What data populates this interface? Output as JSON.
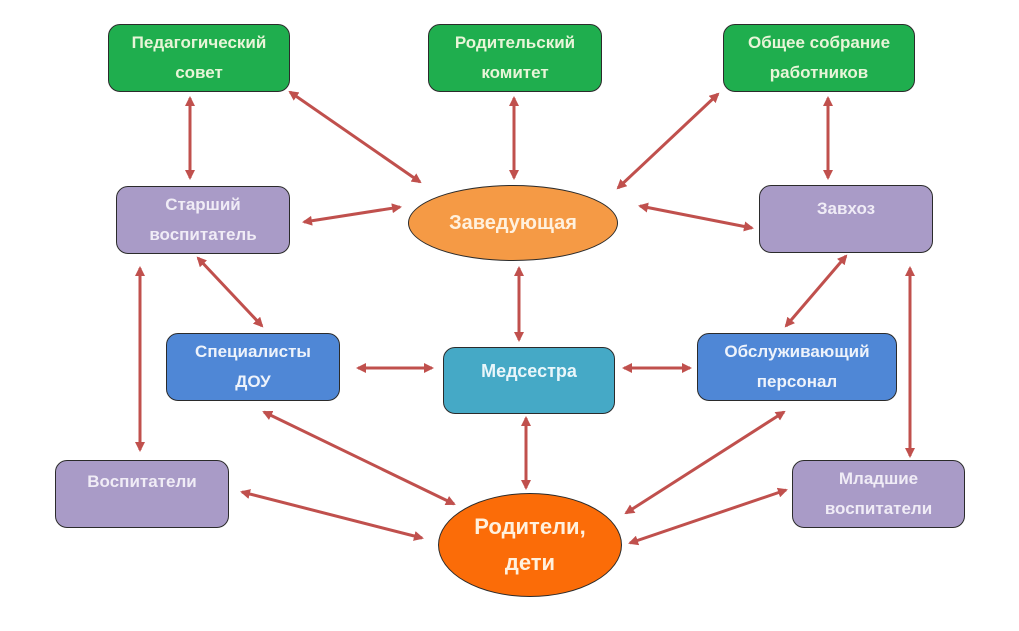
{
  "diagram": {
    "nodes": {
      "ped_sovet": "Педагогический\nсовет",
      "rod_komitet": "Родительский\nкомитет",
      "obshee_sobranie": "Общее собрание\nработников",
      "starshiy_vosp": "Старший\nвоспитатель",
      "zaveduyushaya": "Заведующая",
      "zavhoz": "Завхоз",
      "specialisty": "Специалисты\nДОУ",
      "medsestra": "Медсестра",
      "obsluzh": "Обслуживающий\nперсонал",
      "vospitateli": "Воспитатели",
      "roditeli": "Родители,\nдети",
      "mladshie": "Младшие\nвоспитатели"
    },
    "connections": [
      [
        "ped_sovet",
        "starshiy_vosp"
      ],
      [
        "ped_sovet",
        "zaveduyushaya"
      ],
      [
        "rod_komitet",
        "zaveduyushaya"
      ],
      [
        "obshee_sobranie",
        "zaveduyushaya"
      ],
      [
        "obshee_sobranie",
        "zavhoz"
      ],
      [
        "starshiy_vosp",
        "zaveduyushaya"
      ],
      [
        "zaveduyushaya",
        "zavhoz"
      ],
      [
        "zaveduyushaya",
        "medsestra"
      ],
      [
        "starshiy_vosp",
        "specialisty"
      ],
      [
        "starshiy_vosp",
        "vospitateli"
      ],
      [
        "zavhoz",
        "obsluzh"
      ],
      [
        "zavhoz",
        "mladshie"
      ],
      [
        "specialisty",
        "medsestra"
      ],
      [
        "medsestra",
        "obsluzh"
      ],
      [
        "specialisty",
        "roditeli"
      ],
      [
        "medsestra",
        "roditeli"
      ],
      [
        "obsluzh",
        "roditeli"
      ],
      [
        "vospitateli",
        "roditeli"
      ],
      [
        "mladshie",
        "roditeli"
      ]
    ],
    "colors": {
      "arrow": "#c0504d",
      "council": "#1fae4e",
      "staff": "#a99bc7",
      "specialist": "#4f87d6",
      "nurse": "#45a9c6",
      "head": "#f59a45",
      "parents": "#fb6c08"
    }
  }
}
